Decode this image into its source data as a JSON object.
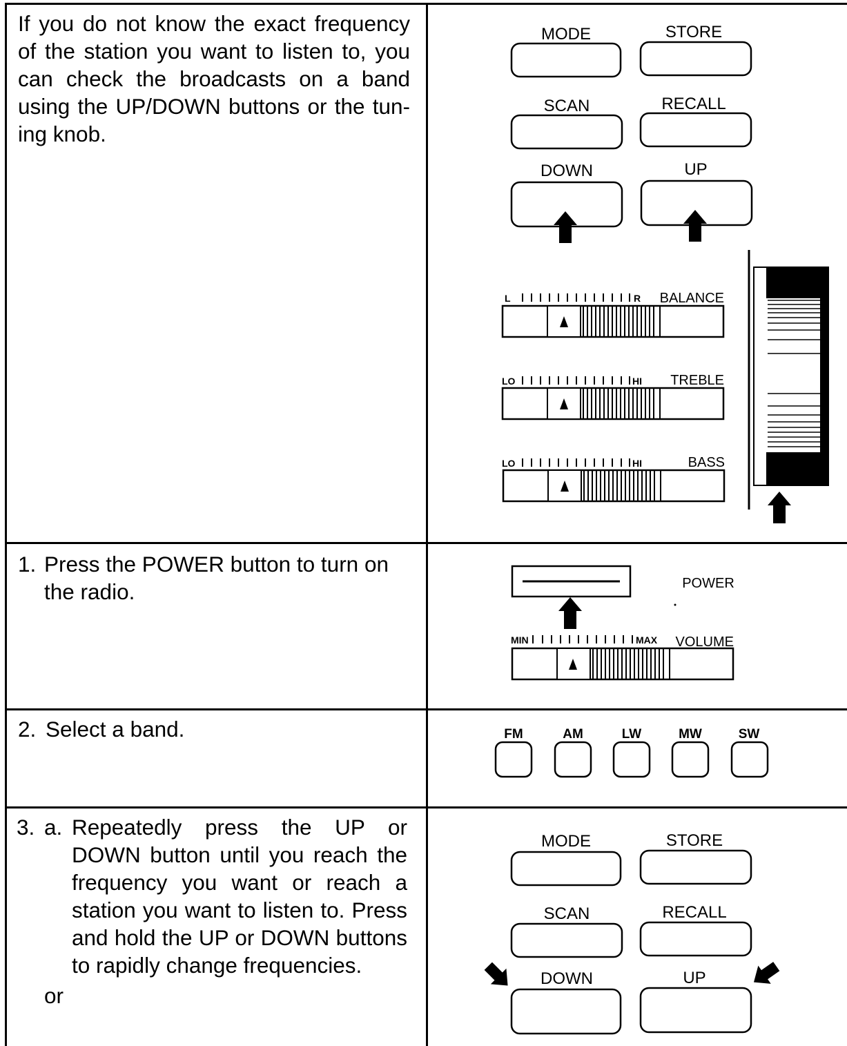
{
  "intro_text": "If you do not know the exact frequency of the station you want to listen to, you can check the broadcasts on a band using the UP/DOWN buttons or the tun­ing knob.",
  "steps": [
    {
      "number": "1.",
      "text": "Press the POWER button to turn on the radio."
    },
    {
      "number": "2.",
      "text": "Select a band."
    },
    {
      "number": "3.",
      "sub": "a.",
      "text": "Repeatedly press the UP or DOWN button until you reach the fre­quency you want or reach a station you want to listen to. Press and hold the UP or DOWN buttons to rapidly change frequencies.",
      "or": "or"
    }
  ],
  "panel_top": {
    "buttons": [
      "MODE",
      "STORE",
      "SCAN",
      "RECALL",
      "DOWN",
      "UP"
    ],
    "sliders": [
      {
        "left": "L",
        "right": "R",
        "name": "BALANCE"
      },
      {
        "left": "LO",
        "right": "HI",
        "name": "TREBLE"
      },
      {
        "left": "LO",
        "right": "HI",
        "name": "BASS"
      }
    ]
  },
  "panel_power": {
    "button_label": "POWER",
    "volume": {
      "left": "MIN",
      "right": "MAX",
      "name": "VOLUME"
    }
  },
  "panel_bands": [
    "FM",
    "AM",
    "LW",
    "MW",
    "SW"
  ],
  "panel_bottom": {
    "buttons": [
      "MODE",
      "STORE",
      "SCAN",
      "RECALL",
      "DOWN",
      "UP"
    ]
  }
}
